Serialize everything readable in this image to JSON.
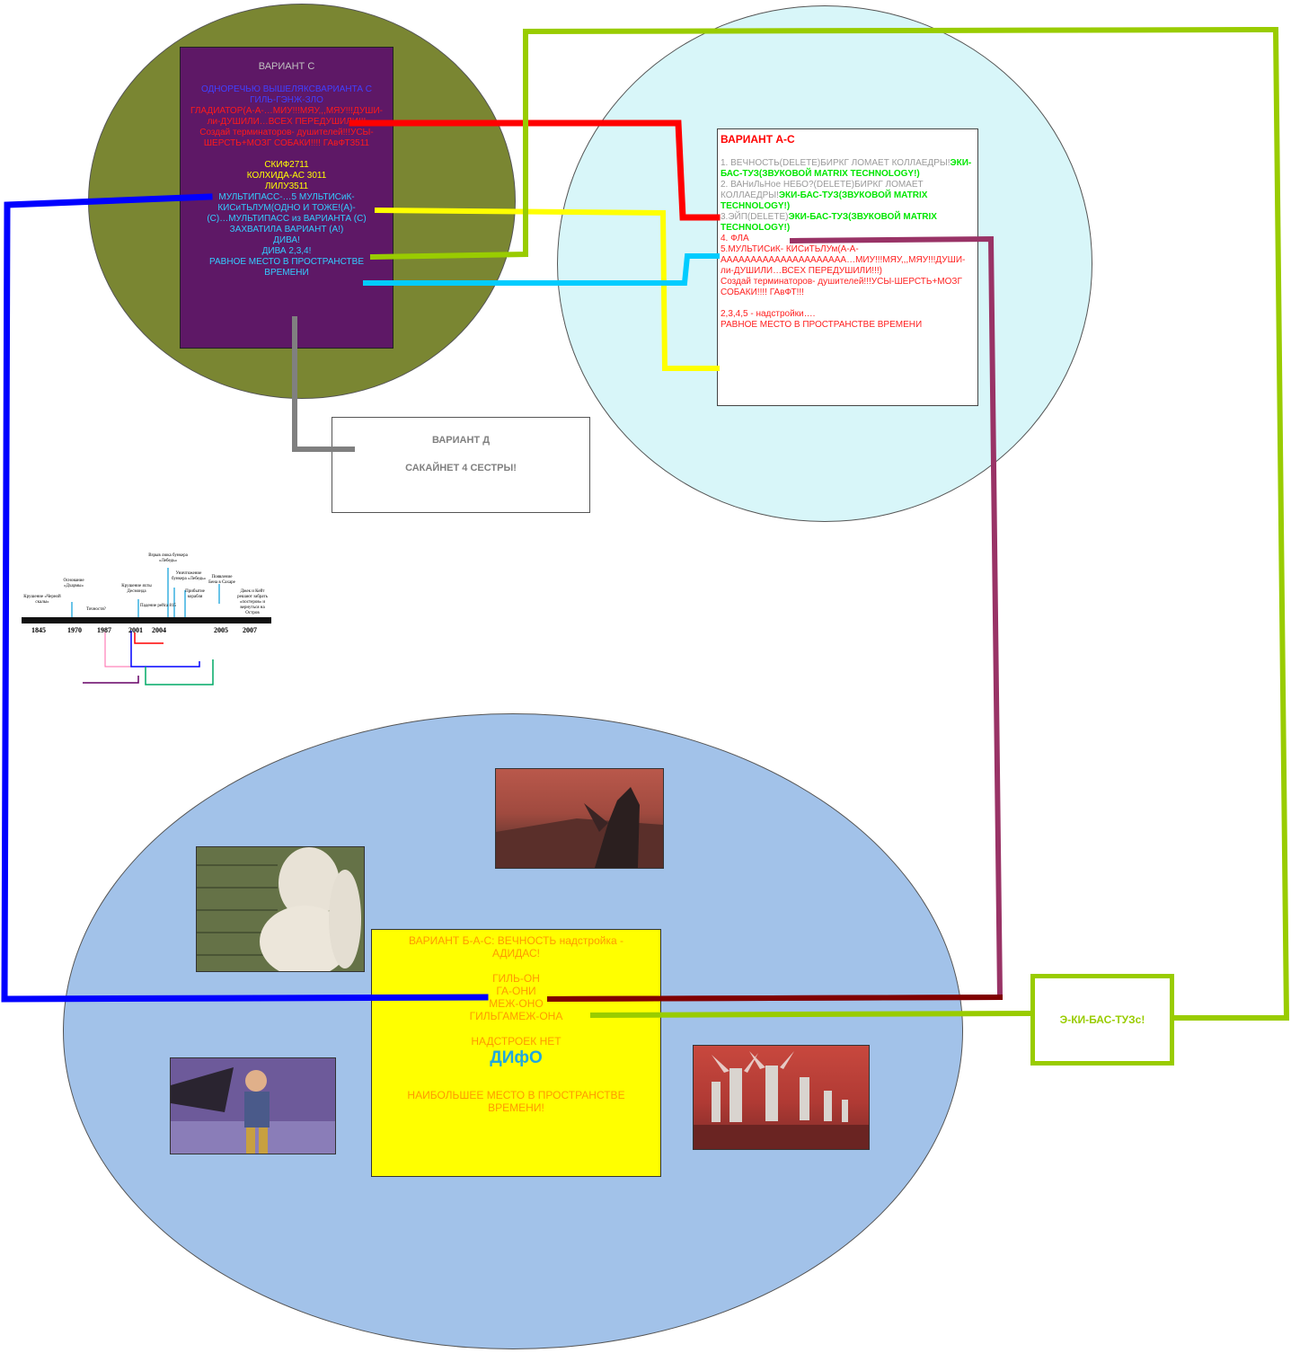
{
  "variant_c": {
    "title": "ВАРИАНТ С",
    "blue_lines": [
      "ОДНОРЕЧЬЮ ВЫШЕЛЯКСВАРИАНТА С",
      "ГИЛЬ-ГЭНЖ-ЗЛО"
    ],
    "red_lines": [
      "ГЛАДИАТОР(А-А-…МИУ!!!МЯУ,,,МЯУ!!!ДУШИ-",
      "ли-ДУШИЛИ…ВСЕХ ПЕРЕДУШИЛИ!!!",
      "Создай терминаторов- душителей!!!УСЫ-",
      "ШЕРСТЬ+МОЗГ СОБАКИ!!!! ГАвФТ3511"
    ],
    "yellow_lines": [
      "СКИФ2711",
      "КОЛХИДА-АС 3011",
      "ЛИЛУ3511"
    ],
    "cyan_lines": [
      "МУЛЬТИПАСС-…5 МУЛЬТИСиК-",
      "КИСиТЬЛУМ(ОДНО И ТОЖЕ!(А)-",
      "(С)…МУЛЬТИПАСС из ВАРИАНТА (С)",
      "ЗАХВАТИЛА ВАРИАНТ (А!)",
      "ДИВА!",
      "ДИВА 2,3,4!",
      "РАВНОЕ МЕСТО В ПРОСТРАНСТВЕ",
      "ВРЕМЕНИ"
    ]
  },
  "variant_ac": {
    "title": "ВАРИАНТ А-С",
    "item1_gray": "1. ВЕЧНОСТЬ(DELETE)БИРКГ ЛОМАЕТ КОЛЛАЕДРЫ!",
    "item1_green": "ЭКИ-БАС-ТУЗ(ЗВУКОВОЙ MATRIX TECHNOLOGY!)",
    "item2_gray": "2. ВАНиЛьНое НЕБО?(DELETE)БИРКГ ЛОМАЕТ КОЛЛАЕДРЫ!",
    "item2_green": "ЭКИ-БАС-ТУЗ(ЗВУКОВОЙ MATRIX TECHNOLOGY!)",
    "item3_gray": "3.ЭЙП(DELETE)",
    "item3_green": "ЭКИ-БАС-ТУЗ(ЗВУКОВОЙ MATRIX TECHNOLOGY!)",
    "item4": "4. ФЛА",
    "item5": "5.МУЛЬТИСиК- КИСиТЬЛУм(А-А-ААААААААААААААААААААА…МИУ!!!МЯУ,,,МЯУ!!!ДУШИ-ли-ДУШИЛИ…ВСЕХ ПЕРЕДУШИЛИ!!!)",
    "item5b": "Создай терминаторов- душителей!!!УСЫ-ШЕРСТЬ+МОЗГ СОБАКИ!!!! ГАвФТ!!!",
    "note": "2,3,4,5 - надстройки….",
    "footer": "РАВНОЕ МЕСТО В ПРОСТРАНСТВЕ ВРЕМЕНИ"
  },
  "variant_d": {
    "title": "ВАРИАНТ Д",
    "text": "САКАЙНЕТ 4 СЕСТРЫ!"
  },
  "variant_bac": {
    "line1": "ВАРИАНТ Б-А-С: ВЕЧНОСТЬ надстройка -",
    "line2": "АДИДАС!",
    "names": [
      "ГИЛЬ-ОН",
      "ГА-ОНИ",
      "МЕЖ-ОНО",
      "ГИЛЬГАМЕЖ-ОНА"
    ],
    "no_superstructures": "НАДСТРОЕК НЕТ",
    "difo": "ДИфО",
    "footer1": "НАИБОЛЬШЕЕ МЕСТО В ПРОСТРАНСТВЕ",
    "footer2": "ВРЕМЕНИ!"
  },
  "ekibastuz": {
    "label": "Э-КИ-БАС-ТУЗс!"
  },
  "timeline": {
    "years": [
      "1845",
      "1970",
      "1987",
      "2001",
      "2004",
      "2005",
      "2007"
    ],
    "captions": [
      "Крушение «Черной скалы»",
      "Основание «Дхармы»",
      "Точностя?",
      "Крушение яхты Десмонда",
      "Падение рейса 815",
      "Взрыв люка бункера «Лебедь»",
      "Уничтожение бункера «Лебедь»",
      "Прибытие корабля",
      "Появление Бена в Сахаре",
      "Джек и Кейт решают забрать «постеров» и вернуться на Остров"
    ]
  },
  "colors": {
    "green_circle": "#7a8632",
    "light_cyan_circle": "#d8f6f9",
    "blue_circle": "#a2c2e9",
    "purple_box": "#5e1866",
    "yellow_box": "#ffff00",
    "wire_red": "#ff0000",
    "wire_yellow": "#ffff00",
    "wire_cyan": "#00ccff",
    "wire_blue": "#0000ff",
    "wire_lime": "#99cc00",
    "wire_maroon": "#993366",
    "wire_darkred": "#800000",
    "wire_gray": "#808080"
  },
  "icons": [
    "cliff-angel-image",
    "white-figure-image",
    "angels-desert-image",
    "warrior-image"
  ]
}
